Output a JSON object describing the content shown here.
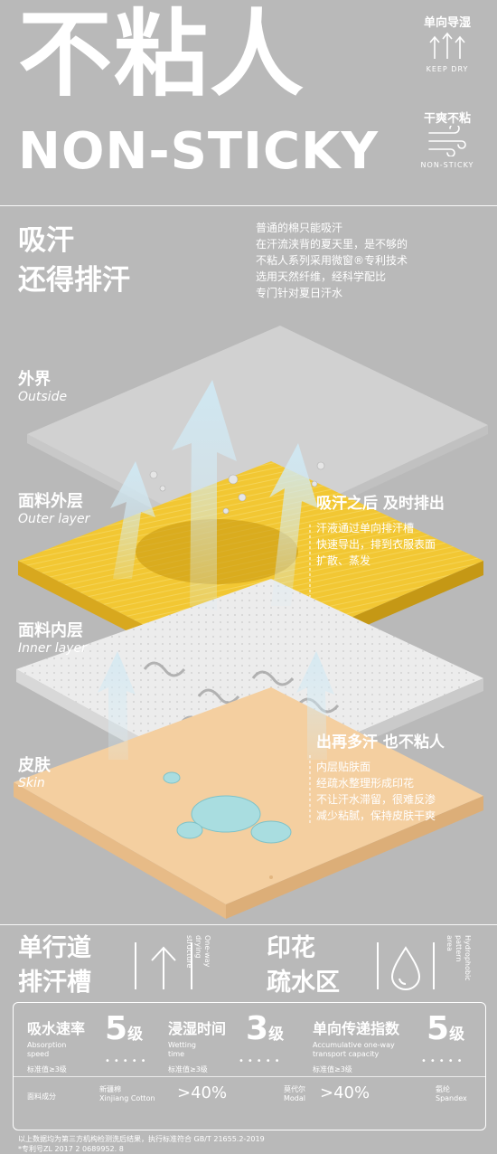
{
  "header": {
    "title_cn": "不粘人",
    "title_en": "NON-STICKY",
    "badges": [
      {
        "cn": "单向导湿",
        "en": "KEEP DRY",
        "icon": "triple-arrow-up-icon"
      },
      {
        "cn": "干爽不粘",
        "en": "NON-STICKY",
        "icon": "wind-lines-icon"
      }
    ]
  },
  "sweat": {
    "line1": "吸汗",
    "line2": "还得排汗",
    "intro": [
      "普通的棉只能吸汗",
      "在汗流浃背的夏天里，是不够的",
      "不粘人系列采用微窗®专利技术",
      "选用天然纤维，经科学配比",
      "专门针对夏日汗水"
    ]
  },
  "layers": [
    {
      "cn": "外界",
      "en": "Outside"
    },
    {
      "cn": "面料外层",
      "en": "Outer layer"
    },
    {
      "cn": "面料内层",
      "en": "Inner layer"
    },
    {
      "cn": "皮肤",
      "en": "Skin"
    }
  ],
  "callouts": [
    {
      "heading": "吸汗之后 及时排出",
      "lines": [
        "汗液通过单向排汗槽",
        "快速导出，排到衣服表面",
        "扩散、蒸发"
      ]
    },
    {
      "heading": "出再多汗 也不粘人",
      "lines": [
        "内层贴肤面",
        "经疏水整理形成印花",
        "不让汗水滞留，很难反渗",
        "减少粘腻，保持皮肤干爽"
      ]
    }
  ],
  "features": [
    {
      "line1": "单行道",
      "line2": "排汗槽",
      "en": [
        "One-way",
        "drying",
        "structure"
      ],
      "icon": "one-way-arrow-icon"
    },
    {
      "line1": "印花",
      "line2": "疏水区",
      "en": [
        "Hydrophobic",
        "pattern",
        "area"
      ],
      "icon": "water-drop-icon"
    }
  ],
  "metrics": [
    {
      "cn": "吸水速率",
      "en": [
        "Absorption",
        "speed"
      ],
      "value": "5",
      "unit": "级",
      "std": "标准值≥3级"
    },
    {
      "cn": "浸湿时间",
      "en": [
        "Wetting",
        "time"
      ],
      "value": "3",
      "unit": "级",
      "std": "标准值≥3级"
    },
    {
      "cn": "单向传递指数",
      "en": [
        "Accumulative one-way",
        "transport capacity"
      ],
      "value": "5",
      "unit": "级",
      "std": "标准值≥3级"
    }
  ],
  "fabric": {
    "label": "面料成分",
    "items": [
      {
        "cn": "新疆棉",
        "en": "Xinjiang Cotton",
        "value": ">40%"
      },
      {
        "cn": "莫代尔",
        "en": "Modal",
        "value": ">40%"
      },
      {
        "cn": "氨纶",
        "en": "Spandex",
        "value": ""
      }
    ]
  },
  "footer": {
    "line1": "以上数据均为第三方机构检测洗后结果，执行标准符合 GB/T 21655.2-2019",
    "line2": "*专利号ZL 2017 2 0689952. 8"
  },
  "colors": {
    "background": "#b9b9b9",
    "outer_layer": "#f2c733",
    "skin_layer": "#f4cfa0",
    "inner_layer": "#e9e9e9",
    "arrow": "#cfe6f0"
  }
}
